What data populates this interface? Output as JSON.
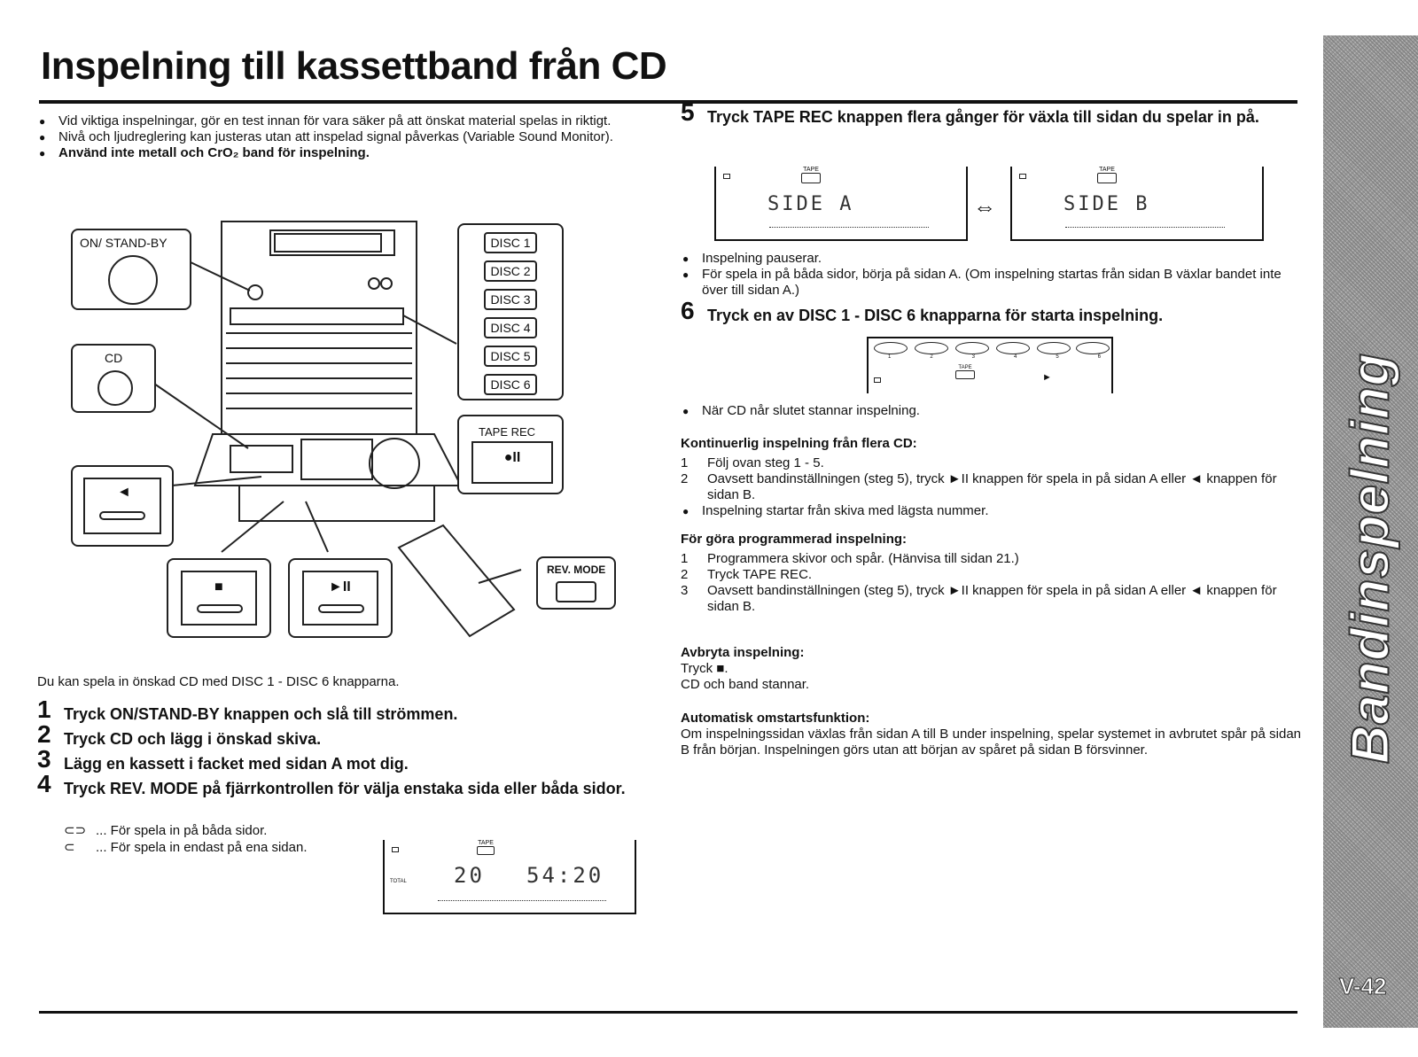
{
  "title": "Inspelning till kassettband från CD",
  "sidebar": {
    "label": "Bandinspelning",
    "page_number": "V-42"
  },
  "intro_bullets": [
    "Vid viktiga inspelningar, gör en test innan för vara säker på att önskat material spelas in riktigt.",
    "Nivå och ljudreglering kan justeras utan att inspelad signal påverkas (Variable Sound Monitor).",
    "Använd inte metall och CrO₂ band för inspelning."
  ],
  "illustration": {
    "on_standby_label": "ON/ STAND-BY",
    "cd_label": "CD",
    "disc_buttons": [
      "DISC 1",
      "DISC 2",
      "DISC 3",
      "DISC 4",
      "DISC 5",
      "DISC 6"
    ],
    "tape_rec_label": "TAPE REC",
    "tape_rec_symbol": "●II",
    "rev_mode_label": "REV. MODE",
    "reverse_symbol": "◄",
    "stop_symbol": "■",
    "play_pause_symbol": "►II"
  },
  "caption": "Du kan spela in önskad CD med DISC 1 - DISC 6 knapparna.",
  "steps_left": [
    {
      "num": "1",
      "text": "Tryck ON/STAND-BY knappen och slå till strömmen."
    },
    {
      "num": "2",
      "text": "Tryck CD och lägg i önskad skiva."
    },
    {
      "num": "3",
      "text": "Lägg en kassett i facket med sidan A mot dig."
    },
    {
      "num": "4",
      "text": "Tryck REV. MODE på fjärrkontrollen för välja enstaka sida eller båda sidor."
    }
  ],
  "step4_notes": [
    {
      "symbol": "⊂⊃",
      "text": "... För spela in på båda sidor."
    },
    {
      "symbol": "⊂",
      "text": "... För spela in endast på ena sidan."
    }
  ],
  "lcd_step4": {
    "tape": "TAPE",
    "total": "TOTAL",
    "track": "20",
    "time": "54:20"
  },
  "step5": {
    "num": "5",
    "text": "Tryck TAPE REC knappen flera gånger för växla till sidan du spelar in på.",
    "lcd_a": "SIDE A",
    "lcd_b": "SIDE B",
    "arrow": "⇔",
    "tape": "TAPE"
  },
  "step5_bullets": [
    "Inspelning pauserar.",
    "För spela in på båda sidor, börja på sidan A. (Om inspelning startas från sidan B växlar bandet inte över till sidan A.)"
  ],
  "step6": {
    "num": "6",
    "text": "Tryck en av DISC 1 - DISC 6 knapparna för starta inspelning.",
    "disc_numbers": [
      "1",
      "2",
      "3",
      "4",
      "5",
      "6"
    ],
    "tape": "TAPE"
  },
  "step6_bullets": [
    "När CD når slutet stannar inspelning."
  ],
  "continuous": {
    "heading": "Kontinuerlig inspelning från flera CD:",
    "items": [
      {
        "n": "1",
        "text": "Följ ovan steg 1 - 5."
      },
      {
        "n": "2",
        "text": "Oavsett bandinställningen (steg 5), tryck ►II knappen för spela in på sidan A eller ◄ knappen för sidan B."
      }
    ],
    "bullet": "Inspelning startar från skiva med lägsta nummer."
  },
  "programmed": {
    "heading": "För göra programmerad inspelning:",
    "items": [
      {
        "n": "1",
        "text": "Programmera skivor och spår. (Hänvisa till sidan 21.)"
      },
      {
        "n": "2",
        "text": "Tryck TAPE REC."
      },
      {
        "n": "3",
        "text": "Oavsett bandinställningen (steg 5), tryck ►II knappen för spela in på sidan A eller ◄ knappen för sidan B."
      }
    ]
  },
  "cancel": {
    "heading": "Avbryta inspelning:",
    "line1": "Tryck ■.",
    "line2": "CD och band stannar."
  },
  "auto": {
    "heading": "Automatisk omstartsfunktion:",
    "text": "Om inspelningssidan växlas från sidan A till B under inspelning, spelar systemet in avbrutet spår på sidan B från början. Inspelningen görs utan att början av spåret på sidan B försvinner."
  }
}
